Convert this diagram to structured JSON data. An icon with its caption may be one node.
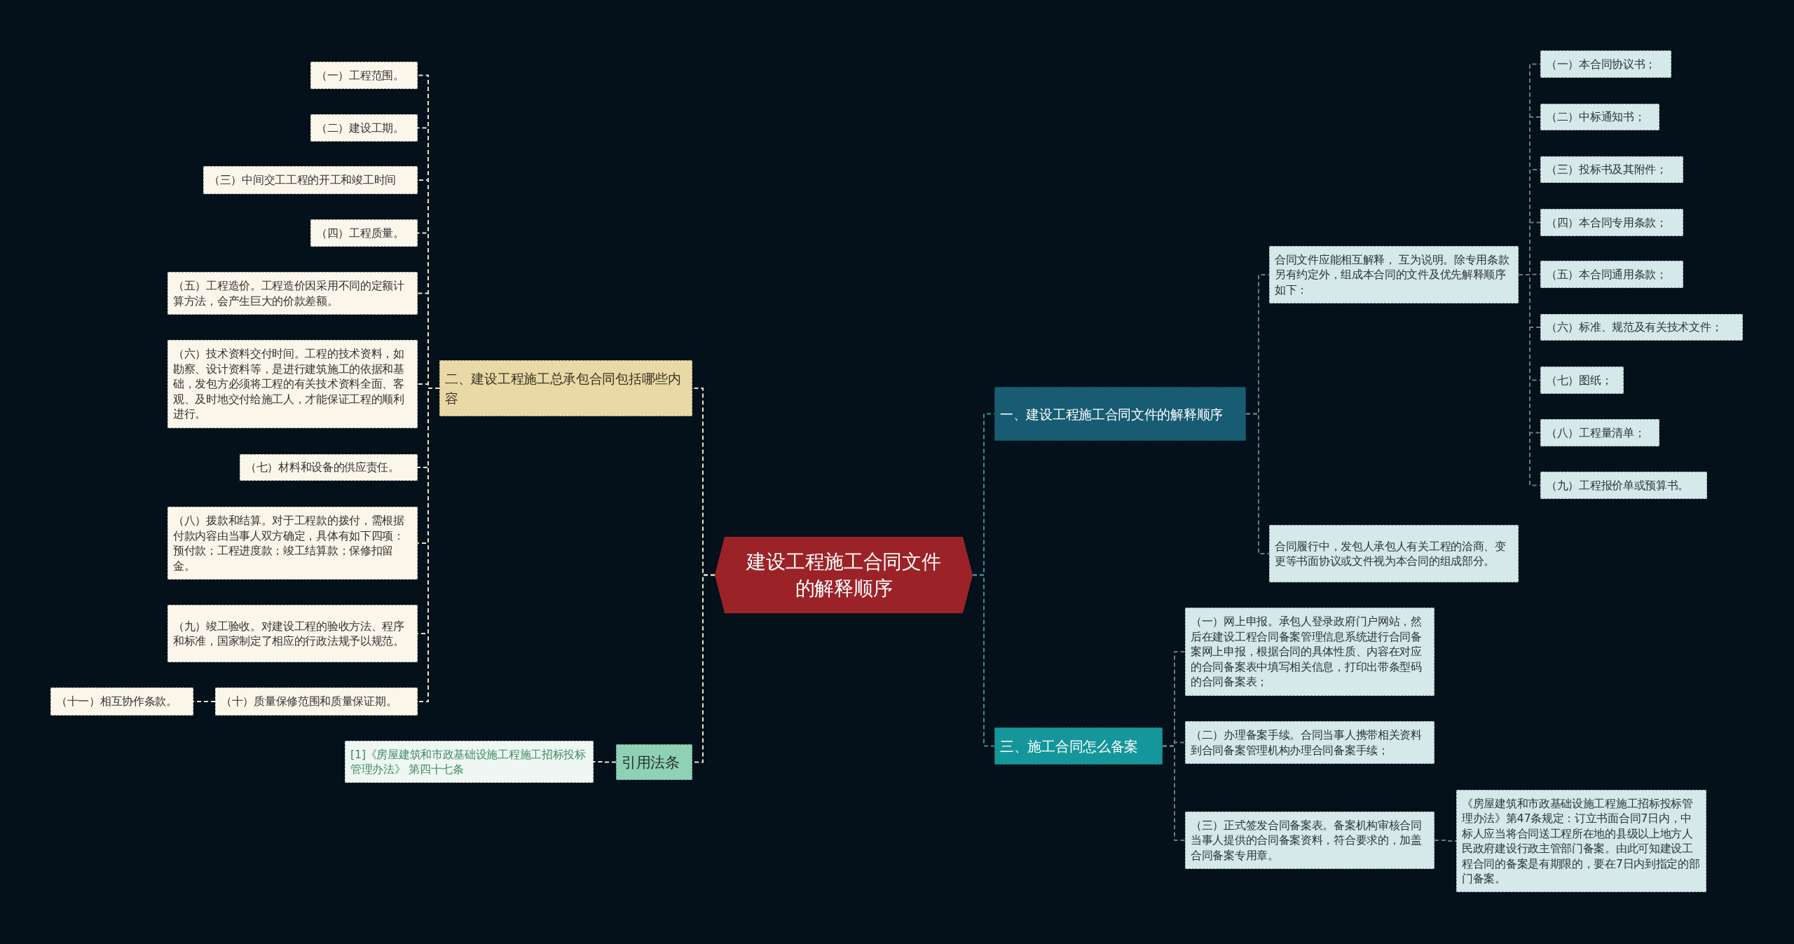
{
  "diagram": {
    "nodes": [
      {
        "text": [
          "建设工程施工合同文件的解释顺序"
        ]
      },
      {
        "text": [
          "二、建设工程施工总承包合同包括哪些内容"
        ]
      },
      {
        "text": [
          "（一）工程范围。"
        ]
      },
      {
        "text": [
          "（二）建设工期。"
        ]
      },
      {
        "text": [
          "（三）中间交工工程的开工和竣工时间"
        ]
      },
      {
        "text": [
          "（四）工程质量。"
        ]
      },
      {
        "text": [
          "（五）工程造价。工程造价因采用不同的定额计算方法，会产生巨大的价款差额。"
        ]
      },
      {
        "text": [
          "（六）技术资料交付时间。工程的技术资料，如勘察、设计资料等，是进行建筑施工的依据和基础，发包方必须将工程的有关技术资料全面、客观、及时地交付给施工人，才能保证工程的顺利进行。"
        ]
      },
      {
        "text": [
          "（七）材料和设备的供应责任。"
        ]
      },
      {
        "text": [
          "（八）拨款和结算。对于工程款的拨付，需根据付款内容由当事人双方确定，具体有如下四项：预付款；工程进度款；竣工结算款；保修扣留金。"
        ]
      },
      {
        "text": [
          "（九）竣工验收。对建设工程的验收方法、程序和标准，国家制定了相应的行政法规予以规范。"
        ]
      },
      {
        "text": [
          "（十）质量保修范围和质量保证期。"
        ]
      },
      {
        "text": [
          "（十一）相互协作条款。"
        ]
      },
      {
        "text": [
          "引用法条"
        ]
      },
      {
        "text": [
          "[1]《房屋建筑和市政基础设施工程施工招标投标管理办法》 第四十七条"
        ]
      },
      {
        "text": [
          "一、建设工程施工合同文件的解释顺序"
        ]
      },
      {
        "text": [
          "合同文件应能相互解释， 互为说明。除专用条款另有约定外，组成本合同的文件及优先解释顺序如下："
        ]
      },
      {
        "text": [
          "合同履行中，发包人承包人有关工程的洽商、变更等书面协议或文件视为本合同的组成部分。"
        ]
      },
      {
        "text": [
          "（一）本合同协议书；"
        ]
      },
      {
        "text": [
          "（二）中标通知书；"
        ]
      },
      {
        "text": [
          "（三）投标书及其附件；"
        ]
      },
      {
        "text": [
          "（四）本合同专用条款；"
        ]
      },
      {
        "text": [
          "（五）本合同通用条款；"
        ]
      },
      {
        "text": [
          "（六）标准、规范及有关技术文件；"
        ]
      },
      {
        "text": [
          "（七）图纸；"
        ]
      },
      {
        "text": [
          "（八）工程量清单；"
        ]
      },
      {
        "text": [
          "（九）工程报价单或预算书。"
        ]
      },
      {
        "text": [
          "三、施工合同怎么备案"
        ]
      },
      {
        "text": [
          "（一）网上申报。承包人登录政府门户网站，然后在建设工程合同备案管理信息系统进行合同备案网上申报，根据合同的具体性质、内容在对应的合同备案表中填写相关信息，打印出带条型码的合同备案表；"
        ]
      },
      {
        "text": [
          "（二）办理备案手续。合同当事人携带相关资料到合同备案管理机构办理合同备案手续；"
        ]
      },
      {
        "text": [
          "（三）正式签发合同备案表。备案机构审核合同当事人提供的合同备案资料，符合要求的，加盖合同备案专用章。"
        ]
      },
      {
        "text": [
          "《房屋建筑和市政基础设施工程施工招标投标管理办法》第47条规定：订立书面合同7日内，中标人应当将合同送工程所在地的县级以上地方人民政府建设行政主管部门备案。由此可知建设工程合同的备案是有期限的，要在7日内到指定的部门备案。"
        ]
      }
    ],
    "edges": [
      {
        "from": 0,
        "to": 1,
        "arrow": "none",
        "color": "#e9e2cc"
      },
      {
        "from": 1,
        "to": 2,
        "arrow": "none",
        "color": "#e9e2cc"
      },
      {
        "from": 1,
        "to": 3,
        "arrow": "none",
        "color": "#e9e2cc"
      },
      {
        "from": 1,
        "to": 4,
        "arrow": "none",
        "color": "#e9e2cc"
      },
      {
        "from": 1,
        "to": 5,
        "arrow": "none",
        "color": "#e9e2cc"
      },
      {
        "from": 1,
        "to": 6,
        "arrow": "none",
        "color": "#e9e2cc"
      },
      {
        "from": 1,
        "to": 7,
        "arrow": "none",
        "color": "#e9e2cc"
      },
      {
        "from": 1,
        "to": 8,
        "arrow": "none",
        "color": "#e9e2cc"
      },
      {
        "from": 1,
        "to": 9,
        "arrow": "none",
        "color": "#e9e2cc"
      },
      {
        "from": 1,
        "to": 10,
        "arrow": "none",
        "color": "#e9e2cc"
      },
      {
        "from": 1,
        "to": 11,
        "arrow": "none",
        "color": "#e9e2cc"
      },
      {
        "from": 11,
        "to": 12,
        "arrow": "none",
        "color": "#e9e2cc"
      },
      {
        "from": 0,
        "to": 13,
        "arrow": "none",
        "color": "#e9e2cc"
      },
      {
        "from": 13,
        "to": 14,
        "arrow": "none",
        "color": "#e9e2cc"
      },
      {
        "from": 0,
        "to": 15,
        "arrow": "none",
        "color": "#3d8fa0"
      },
      {
        "from": 15,
        "to": 16,
        "arrow": "none"
      },
      {
        "from": 15,
        "to": 17,
        "arrow": "none"
      },
      {
        "from": 16,
        "to": 18,
        "arrow": "none"
      },
      {
        "from": 16,
        "to": 19,
        "arrow": "none"
      },
      {
        "from": 16,
        "to": 20,
        "arrow": "none"
      },
      {
        "from": 16,
        "to": 21,
        "arrow": "none"
      },
      {
        "from": 16,
        "to": 22,
        "arrow": "none"
      },
      {
        "from": 16,
        "to": 23,
        "arrow": "none"
      },
      {
        "from": 16,
        "to": 24,
        "arrow": "none"
      },
      {
        "from": 16,
        "to": 25,
        "arrow": "none"
      },
      {
        "from": 16,
        "to": 26,
        "arrow": "none"
      },
      {
        "from": 0,
        "to": 27,
        "arrow": "none",
        "color": "#3d8fa0"
      },
      {
        "from": 27,
        "to": 28,
        "arrow": "none"
      },
      {
        "from": 27,
        "to": 29,
        "arrow": "none"
      },
      {
        "from": 27,
        "to": 30,
        "arrow": "none"
      },
      {
        "from": 30,
        "to": 31,
        "arrow": "none"
      }
    ]
  }
}
